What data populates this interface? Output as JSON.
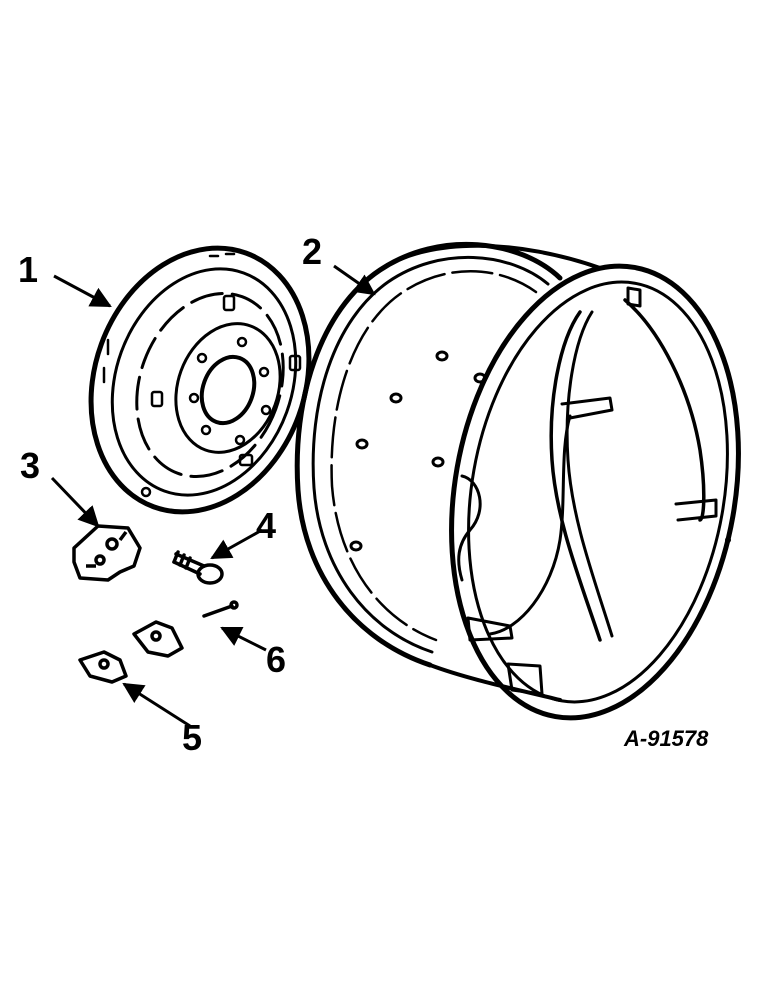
{
  "callouts": {
    "c1": "1",
    "c2": "2",
    "c3": "3",
    "c4": "4",
    "c5": "5",
    "c6": "6"
  },
  "figure_id": "A-91578",
  "ink_color": "#000000",
  "paper_color": "#ffffff"
}
